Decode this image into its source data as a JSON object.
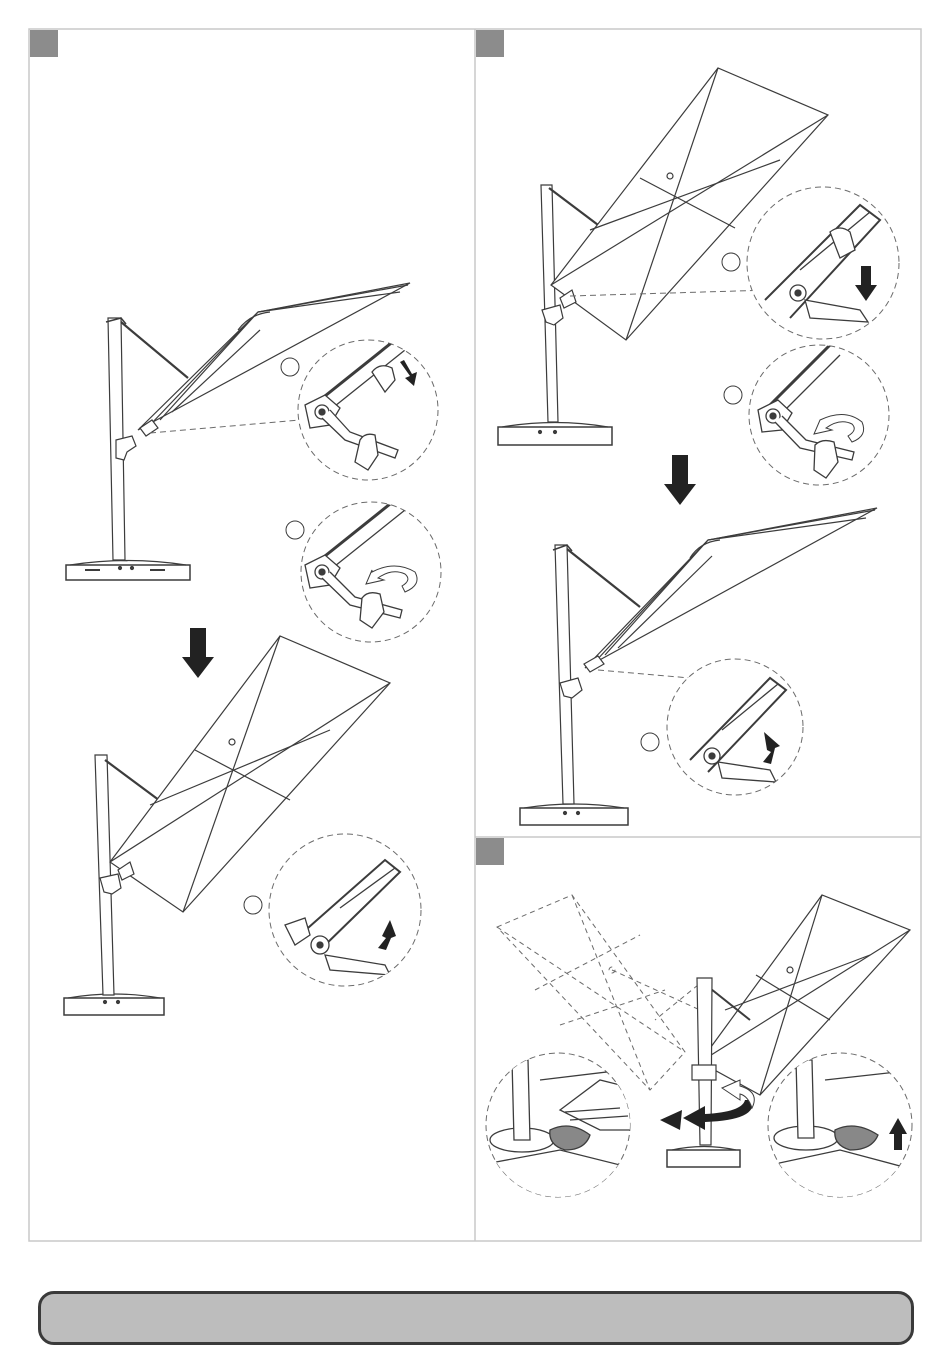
{
  "document": {
    "panels": [
      {
        "id": "panel-a",
        "step_marker": ""
      },
      {
        "id": "panel-b",
        "step_marker": ""
      },
      {
        "id": "panel-c",
        "step_marker": ""
      }
    ],
    "callout_numbers": [
      "",
      "",
      "",
      "",
      "",
      ""
    ],
    "footer_text": ""
  },
  "colors": {
    "line": "#3c3c3c",
    "dashed_line": "#6b6b6b",
    "panel_border": "#c8c8c8",
    "step_marker": "#8c8c8c",
    "footer_fill": "#bdbdbd"
  },
  "icons": [
    "down-arrow-icon",
    "up-arrow-icon",
    "rotate-arrow-icon",
    "umbrella-illustration",
    "crank-handle-detail",
    "foot-pedal-detail"
  ]
}
